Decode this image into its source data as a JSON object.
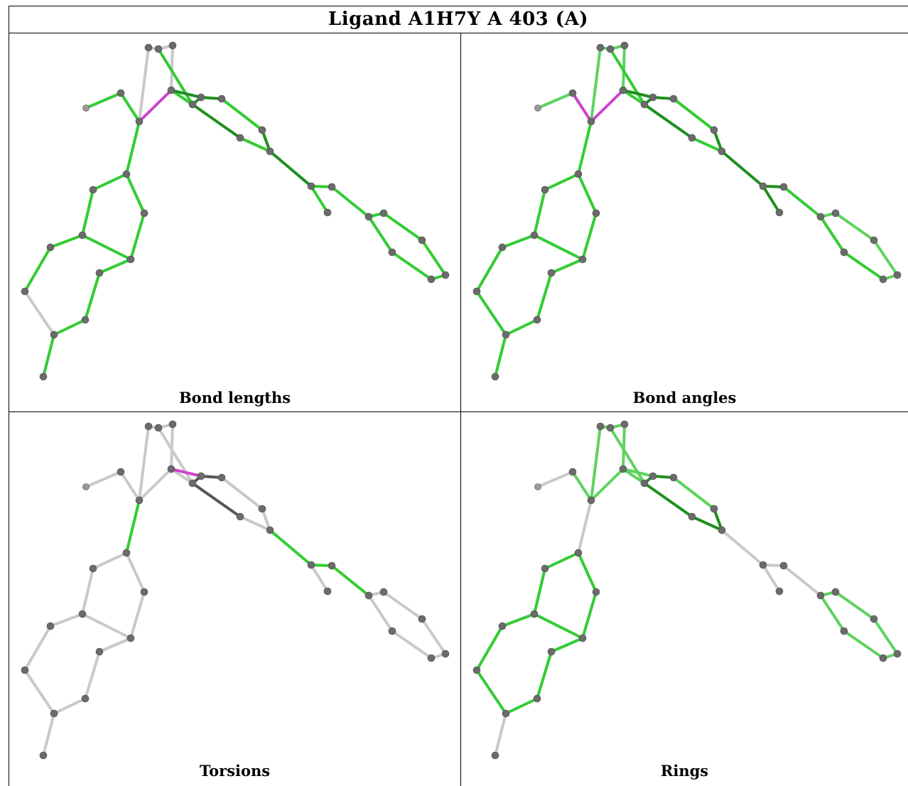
{
  "title": "Ligand A1H7Y A 403 (A)",
  "panels": [
    {
      "key": "bond_lengths",
      "caption": "Bond lengths"
    },
    {
      "key": "bond_angles",
      "caption": "Bond angles"
    },
    {
      "key": "torsions",
      "caption": "Torsions"
    },
    {
      "key": "rings",
      "caption": "Rings"
    }
  ],
  "colors": {
    "atom": "#6b6b6b",
    "bond_default": "#c9c9c9",
    "bond_ok_light": "#5fd35f",
    "bond_ok": "#33cc33",
    "bond_ok_dark": "#1f8f1f",
    "bond_outlier": "#cc44cc"
  }
}
